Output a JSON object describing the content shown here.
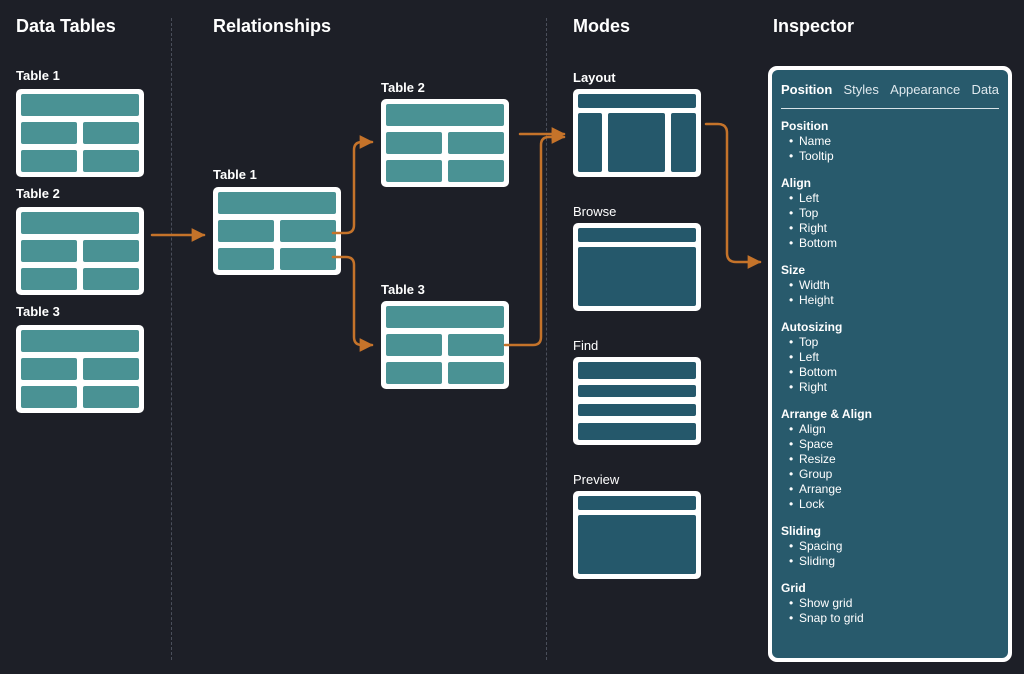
{
  "columns": {
    "data_tables": "Data Tables",
    "relationships": "Relationships",
    "modes": "Modes",
    "inspector": "Inspector"
  },
  "data_tables": [
    {
      "label": "Table 1"
    },
    {
      "label": "Table 2"
    },
    {
      "label": "Table 3"
    }
  ],
  "relationships": [
    {
      "label": "Table 1"
    },
    {
      "label": "Table 2"
    },
    {
      "label": "Table 3"
    }
  ],
  "modes": [
    {
      "label": "Layout"
    },
    {
      "label": "Browse"
    },
    {
      "label": "Find"
    },
    {
      "label": "Preview"
    }
  ],
  "inspector": {
    "tabs": [
      {
        "label": "Position",
        "active": true
      },
      {
        "label": "Styles",
        "active": false
      },
      {
        "label": "Appearance",
        "active": false
      },
      {
        "label": "Data",
        "active": false
      }
    ],
    "sections": [
      {
        "title": "Position",
        "items": [
          "Name",
          "Tooltip"
        ]
      },
      {
        "title": "Align",
        "items": [
          "Left",
          "Top",
          "Right",
          "Bottom"
        ]
      },
      {
        "title": "Size",
        "items": [
          "Width",
          "Height"
        ]
      },
      {
        "title": "Autosizing",
        "items": [
          "Top",
          "Left",
          "Bottom",
          "Right"
        ]
      },
      {
        "title": "Arrange & Align",
        "items": [
          "Align",
          "Space",
          "Resize",
          "Group",
          "Arrange",
          "Lock"
        ]
      },
      {
        "title": "Sliding",
        "items": [
          "Spacing",
          "Sliding"
        ]
      },
      {
        "title": "Grid",
        "items": [
          "Show grid",
          "Snap to grid"
        ]
      }
    ]
  },
  "colors": {
    "background": "#1d1f27",
    "table_cell": "#4a9294",
    "mode_cell": "#25586b",
    "inspector_panel": "#285a6c",
    "arrow": "#c5732a",
    "card_border": "#ffffff"
  }
}
